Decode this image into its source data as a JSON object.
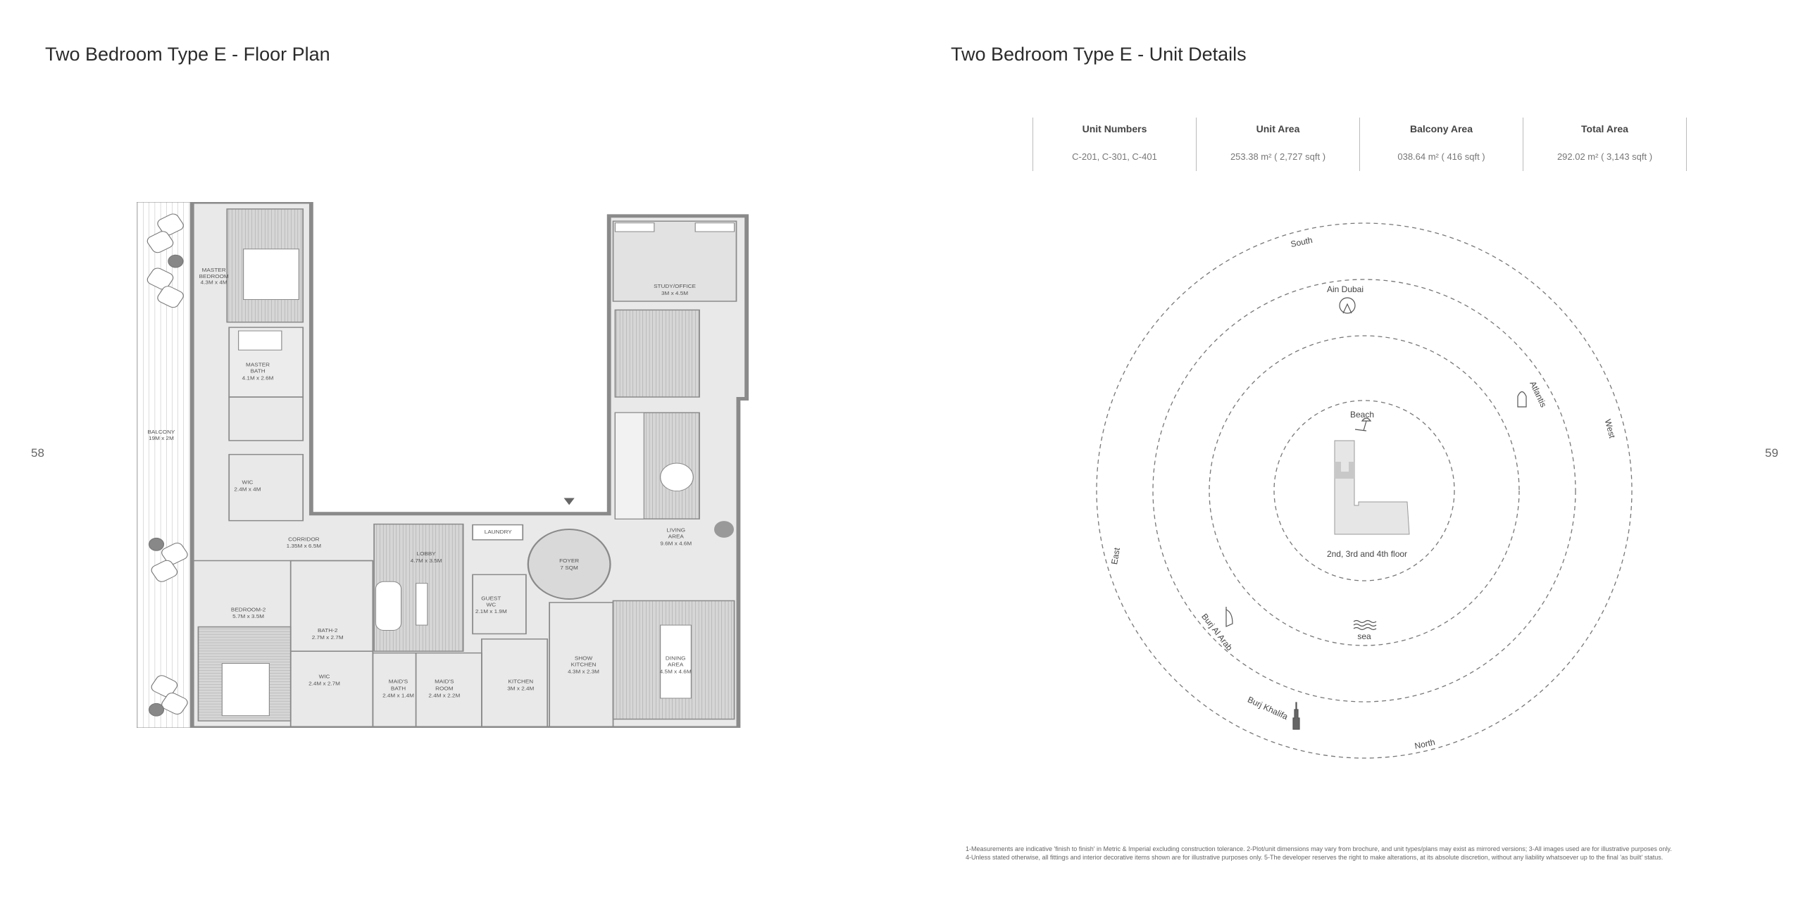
{
  "left_page": {
    "title": "Two Bedroom Type E - Floor Plan",
    "page_number": "58",
    "rooms": {
      "balcony": [
        "BALCONY",
        "19M x 2M"
      ],
      "master_bedroom": [
        "MASTER",
        "BEDROOM",
        "4.3M x 4M"
      ],
      "master_bath": [
        "MASTER",
        "BATH",
        "4.1M x 2.6M"
      ],
      "wic_1": [
        "WIC",
        "2.4M x 4M"
      ],
      "corridor": [
        "CORRIDOR",
        "1.35M x 6.5M"
      ],
      "bedroom_2": [
        "BEDROOM-2",
        "5.7M x 3.5M"
      ],
      "bath_2": [
        "BATH-2",
        "2.7M x 2.7M"
      ],
      "wic_2": [
        "WIC",
        "2.4M x 2.7M"
      ],
      "lobby": [
        "LOBBY",
        "4.7M x 3.5M"
      ],
      "laundry": [
        "LAUNDRY"
      ],
      "foyer": [
        "FOYER",
        "7 SQM"
      ],
      "guest_wc": [
        "GUEST",
        "WC",
        "2.1M x 1.9M"
      ],
      "maids_bath": [
        "MAID'S",
        "BATH",
        "2.4M x 1.4M"
      ],
      "maids_room": [
        "MAID'S",
        "ROOM",
        "2.4M x 2.2M"
      ],
      "kitchen": [
        "KITCHEN",
        "3M x 2.4M"
      ],
      "show_kitchen": [
        "SHOW",
        "KITCHEN",
        "4.3M x 2.3M"
      ],
      "dining": [
        "DINING",
        "AREA",
        "4.5M x 4.6M"
      ],
      "living": [
        "LIVING",
        "AREA",
        "9.6M x 4.6M"
      ],
      "study": [
        "STUDY/OFFICE",
        "3M x 4.5M"
      ]
    }
  },
  "right_page": {
    "title": "Two Bedroom Type E - Unit Details",
    "page_number": "59",
    "table": [
      {
        "header": "Unit Numbers",
        "value": "C-201, C-301, C-401"
      },
      {
        "header": "Unit Area",
        "value": "253.38 m² ( 2,727 sqft )"
      },
      {
        "header": "Balcony Area",
        "value": "038.64 m² ( 416 sqft )"
      },
      {
        "header": "Total Area",
        "value": "292.02 m² ( 3,143 sqft )"
      }
    ],
    "compass": {
      "south": "South",
      "west": "West",
      "east": "East",
      "north": "North",
      "ain_dubai": "Ain Dubai",
      "atlantis": "Atlantis",
      "beach": "Beach",
      "floors": "2nd, 3rd and 4th floor",
      "sea": "sea",
      "burj_al_arab": "Burj Al Arab",
      "burj_khalifa": "Burj Khalifa"
    },
    "footnotes": [
      "1-Measurements are indicative 'finish to finish' in Metric & Imperial excluding construction tolerance. 2-Plot/unit dimensions may vary from brochure, and unit types/plans may exist as mirrored versions; 3-All images used are for illustrative purposes only.",
      "4-Unless stated otherwise, all fittings and interior decorative items shown are for illustrative purposes only. 5-The developer reserves the right to make alterations, at its absolute discretion, without any liability whatsoever up to the final 'as built' status."
    ]
  }
}
